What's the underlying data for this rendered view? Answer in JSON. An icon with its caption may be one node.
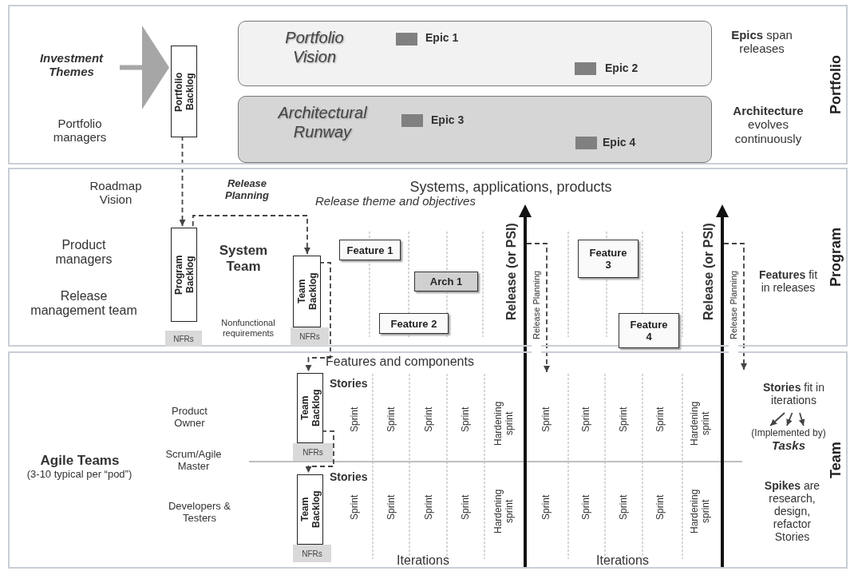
{
  "diagram": {
    "nodes": [
      {
        "text": [
          "Portfolio"
        ]
      },
      {
        "text": [
          "Portfolio Vision"
        ],
        "in": 0
      },
      {
        "text": [],
        "shape": "box",
        "beside": [
          "Epic 1"
        ],
        "in": 1
      },
      {
        "text": [],
        "shape": "box",
        "beside": [
          "Epic 2"
        ],
        "in": 1
      },
      {
        "text": [
          "Architectural Runway"
        ],
        "in": 0
      },
      {
        "text": [],
        "shape": "box",
        "beside": [
          "Epic 3"
        ],
        "in": 4
      },
      {
        "text": [],
        "shape": "box",
        "beside": [
          "Epic 4"
        ],
        "in": 4
      },
      {
        "text": [
          "Investment Themes"
        ],
        "in": 0
      },
      {
        "text": [
          "Portfolio Backlog"
        ],
        "in": 0
      },
      {
        "text": [
          "Program"
        ]
      },
      {
        "text": [
          "Program Backlog"
        ],
        "in": 9
      },
      {
        "text": [
          "NFRs"
        ],
        "in": 9
      },
      {
        "text": [
          "Team Backlog"
        ],
        "in": 9
      },
      {
        "text": [
          "NFRs"
        ],
        "in": 9
      },
      {
        "text": [
          "Feature 1"
        ],
        "in": 9
      },
      {
        "text": [
          "Arch 1"
        ],
        "in": 9
      },
      {
        "text": [
          "Feature 2"
        ],
        "in": 9
      },
      {
        "text": [
          "Feature 3"
        ],
        "in": 9
      },
      {
        "text": [
          "Feature 4"
        ],
        "in": 9
      },
      {
        "text": [
          "Team"
        ]
      },
      {
        "text": [
          "Team Backlog"
        ],
        "in": 19
      },
      {
        "text": [
          "NFRs"
        ],
        "in": 19
      },
      {
        "text": [
          "Team Backlog"
        ],
        "in": 19
      },
      {
        "text": [
          "NFRs"
        ],
        "in": 19
      },
      {
        "text": [
          "**Stories** fit in iterations"
        ],
        "in": 19
      },
      {
        "text": [
          "(Implemented by)",
          "Tasks"
        ],
        "in": 19
      }
    ],
    "edges": [
      {
        "from": 7,
        "to": 8,
        "arrow": "to",
        "style": "thick",
        "color": "#a6a6a6"
      },
      {
        "from": 8,
        "to": 10,
        "arrow": "to",
        "style": "dashed"
      },
      {
        "from": 10,
        "to": 12,
        "arrow": "to",
        "style": "dashed",
        "label": "Release Planning"
      },
      {
        "from": 12,
        "to": 20,
        "arrow": "to",
        "style": "dashed"
      },
      {
        "from": 20,
        "to": 22,
        "arrow": "to",
        "style": "dashed"
      },
      {
        "from": null,
        "to": 19,
        "arrow": "to",
        "style": "dashed",
        "label": "Release Planning"
      },
      {
        "from": null,
        "to": 19,
        "arrow": "to",
        "style": "dashed",
        "label": "Release Planning"
      },
      {
        "from": 24,
        "to": 25,
        "arrow": "to"
      },
      {
        "from": 24,
        "to": 25,
        "arrow": "to"
      },
      {
        "from": 24,
        "to": 25,
        "arrow": "to"
      }
    ],
    "labels": [
      "Portfolio managers",
      "**Epics** span releases",
      "**Architecture** evolves continuously",
      "Roadmap Vision",
      "Systems, applications, products",
      "Release theme and objectives",
      "Product managers",
      "System Team",
      "Release management team",
      "Nonfunctional requirements",
      "Release (or PSI)",
      "Release (or PSI)",
      "**Features** fit in releases",
      "Features and components",
      "Stories",
      "Product Owner",
      "Sprint",
      "Sprint",
      "Sprint",
      "Sprint",
      "Hardening sprint",
      "Sprint",
      "Sprint",
      "Sprint",
      "Sprint",
      "Hardening sprint",
      "Scrum/Agile Master",
      "Agile Teams",
      "(3-10 typical per “pod”)",
      "Stories",
      "Developers & Testers",
      "Sprint",
      "Sprint",
      "Sprint",
      "Sprint",
      "Hardening sprint",
      "Sprint",
      "Sprint",
      "Sprint",
      "Sprint",
      "Hardening sprint",
      "Iterations",
      "Iterations",
      "**Spikes** are research, design, refactor Stories"
    ]
  }
}
